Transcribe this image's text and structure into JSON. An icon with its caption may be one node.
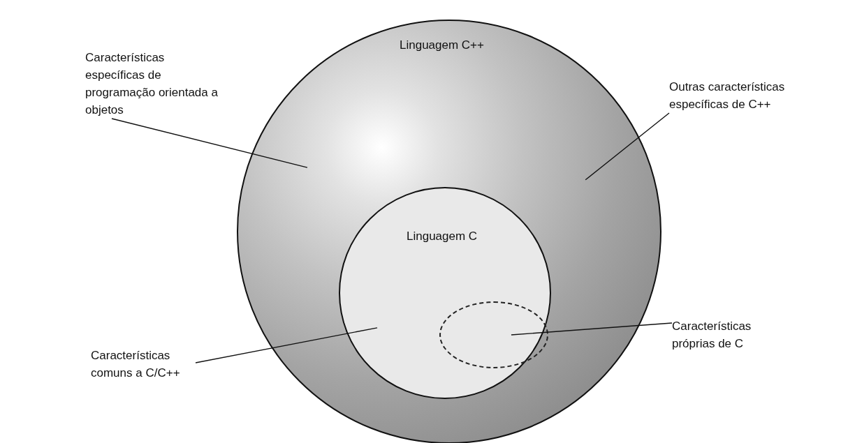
{
  "diagram": {
    "nodes": [
      {
        "text": [
          "Linguagem C++"
        ]
      },
      {
        "text": [
          "Linguagem C"
        ],
        "in": 0
      },
      {
        "text": [],
        "shape": "ellipse",
        "in": 1
      },
      {
        "text": [
          "Características específicas de programação orientada a objetos"
        ]
      },
      {
        "text": [
          "Outras características específicas de C++"
        ]
      },
      {
        "text": [
          "Características comuns a C/C++"
        ]
      },
      {
        "text": [
          "Características próprias de C"
        ]
      }
    ],
    "edges": [
      {
        "from": 3,
        "to": 0,
        "arrow": "none"
      },
      {
        "from": 4,
        "to": 0,
        "arrow": "none"
      },
      {
        "from": 5,
        "to": 1,
        "arrow": "none"
      },
      {
        "from": 6,
        "to": 2,
        "arrow": "none"
      }
    ]
  }
}
